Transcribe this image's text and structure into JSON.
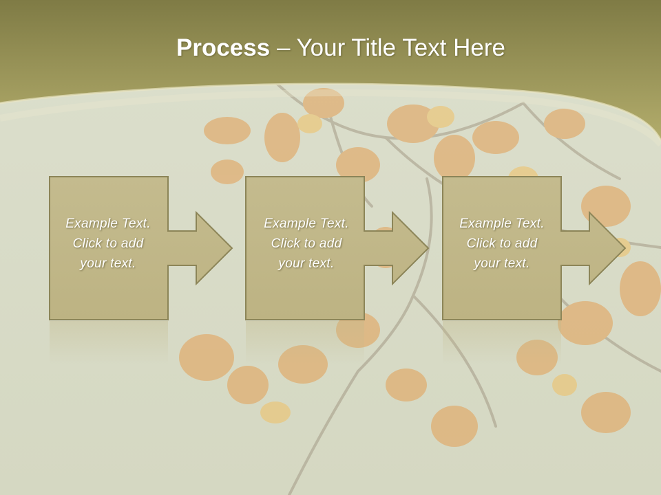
{
  "slide": {
    "title_bold": "Process",
    "title_rest": " – Your Title Text Here",
    "colors": {
      "header_band": "#9c9858",
      "box_fill": "#c2b98a",
      "box_border": "#8c8558",
      "background": "#d9dcc9"
    }
  },
  "steps": [
    {
      "lines": [
        "Example Text.",
        "Click  to add",
        "your text."
      ]
    },
    {
      "lines": [
        "Example Text.",
        "Click  to add",
        "your text."
      ]
    },
    {
      "lines": [
        "Example Text.",
        "Click  to add",
        "your text."
      ]
    }
  ]
}
